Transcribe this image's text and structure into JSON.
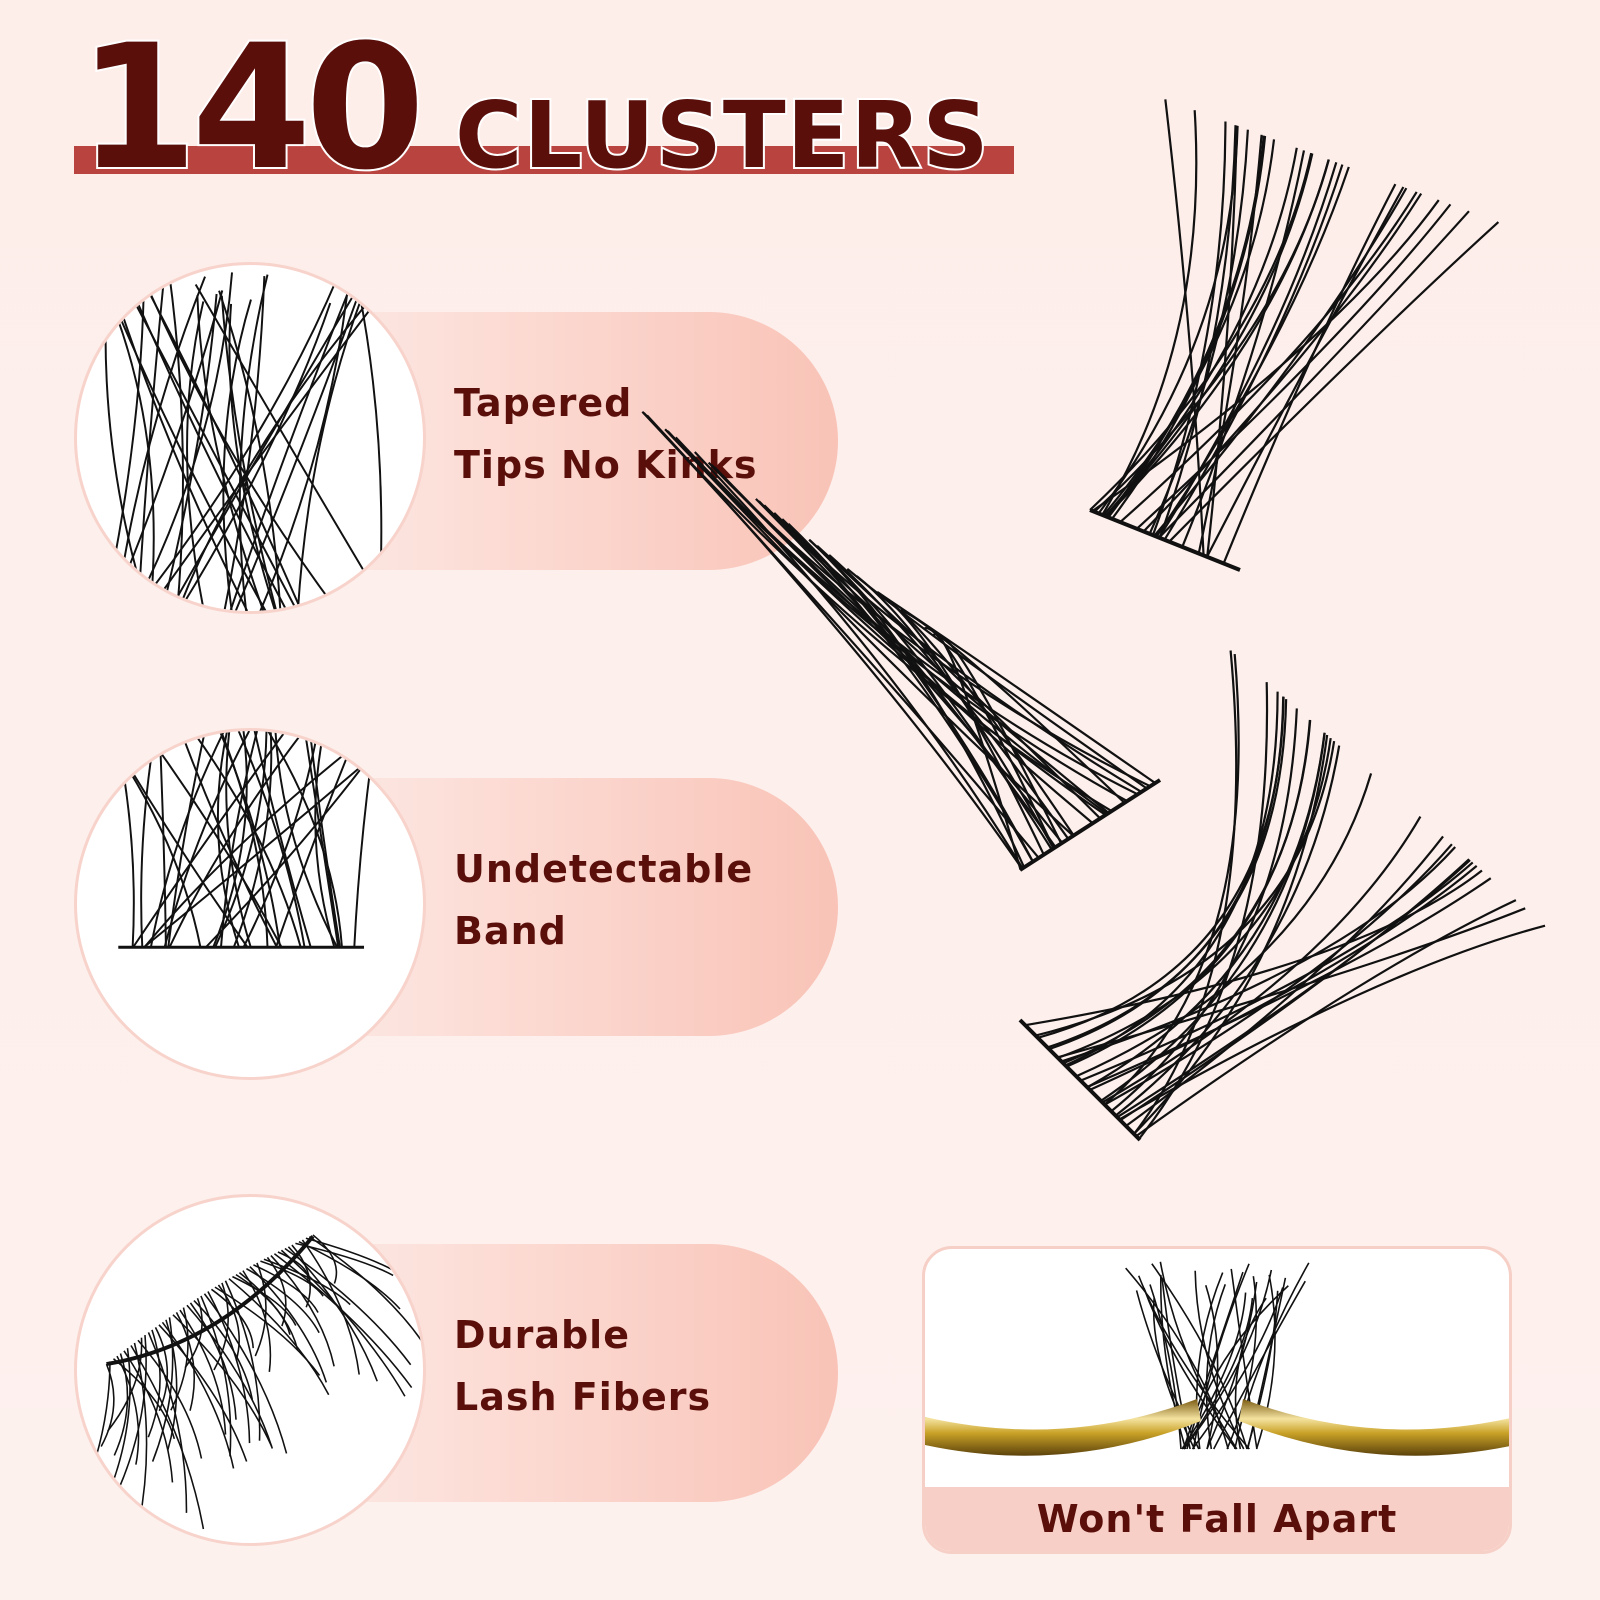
{
  "header": {
    "count": "140",
    "word": "CLUSTERS"
  },
  "features": [
    {
      "line1": "Tapered",
      "line2": "Tips No Kinks",
      "image_icon": "tapered-tips-closeup"
    },
    {
      "line1": "Undetectable",
      "line2": "Band",
      "image_icon": "lash-band-closeup"
    },
    {
      "line1": "Durable",
      "line2": "Lash Fibers",
      "image_icon": "lash-strip-closeup"
    }
  ],
  "tweezers_card": {
    "caption": "Won't Fall Apart",
    "image_icon": "tweezers-holding-cluster"
  },
  "colors": {
    "title": "#5a0f0b",
    "title_bar": "#b9433f",
    "pill_gradient_start": "#fde8e3",
    "pill_gradient_end": "#f9c3b7",
    "background": "#fdeeea",
    "lash": "#111111",
    "tweezers_gold": "#c9a227"
  }
}
